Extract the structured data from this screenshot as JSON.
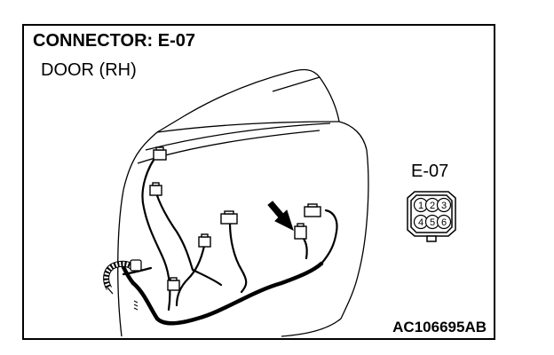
{
  "header": {
    "title": "CONNECTOR: E-07",
    "subtitle": "DOOR (RH)"
  },
  "connector": {
    "label": "E-07",
    "pins": [
      "1",
      "2",
      "3",
      "4",
      "5",
      "6"
    ]
  },
  "figure_code": "AC106695AB",
  "icons": {
    "pointer": "arrow-icon",
    "door": "door-outline",
    "harness": "wiring-harness"
  },
  "colors": {
    "line": "#000000",
    "background": "#ffffff"
  }
}
